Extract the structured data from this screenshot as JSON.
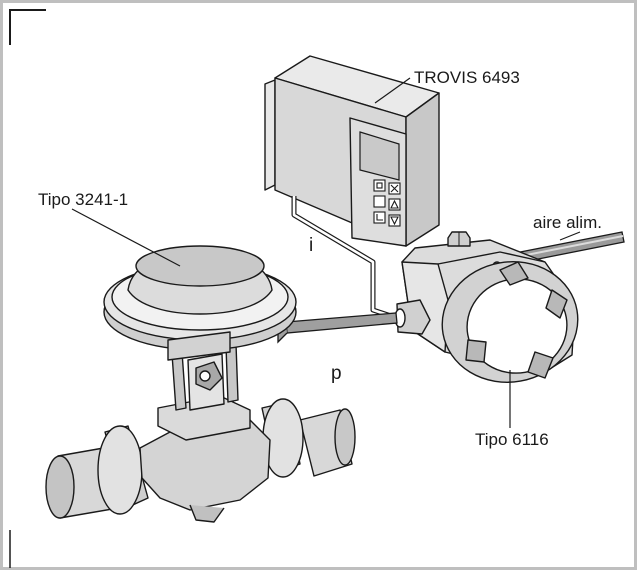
{
  "labels": {
    "positioner": "TROVIS 6493",
    "valve": "Tipo 3241-1",
    "supply": "aire alim.",
    "transducer": "Tipo 6116",
    "signal_i": "i",
    "signal_p": "p"
  },
  "colors": {
    "frame": "#bfbfbf",
    "line": "#1a1a1a",
    "metal_light": "#e2e2e2",
    "metal_mid": "#c6c6c6",
    "metal_dark": "#9a9a9a",
    "display": "#c9c9c9"
  },
  "icons": {
    "display_keys": [
      "square-key-icon",
      "x-key-icon",
      "up-triangle-key-icon",
      "blank-key-icon",
      "down-triangle-key-icon",
      "enter-key-icon"
    ]
  }
}
